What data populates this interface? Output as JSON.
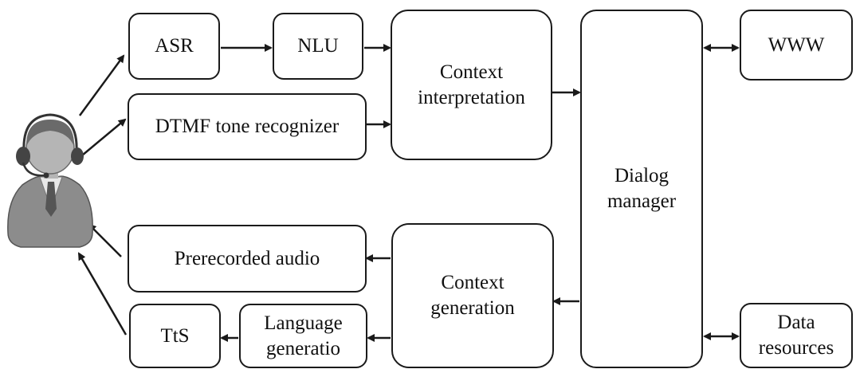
{
  "diagram": {
    "nodes": {
      "asr": "ASR",
      "nlu": "NLU",
      "dtmf": "DTMF tone recognizer",
      "context_interpretation": "Context\ninterpretation",
      "dialog_manager": "Dialog\nmanager",
      "www": "WWW",
      "prerecorded_audio": "Prerecorded audio",
      "context_generation": "Context\ngeneration",
      "tts": "TtS",
      "language_generation": "Language\ngeneratio",
      "data_resources": "Data\nresources"
    },
    "colors": {
      "stroke": "#1a1a1a",
      "person_suit": "#8c8c8c",
      "person_skin": "#b5b5b5",
      "person_hair": "#6a6a6a",
      "person_shirt": "#e8e8e8",
      "person_tie": "#555555"
    },
    "icons": [
      "operator-with-headset-icon"
    ]
  }
}
